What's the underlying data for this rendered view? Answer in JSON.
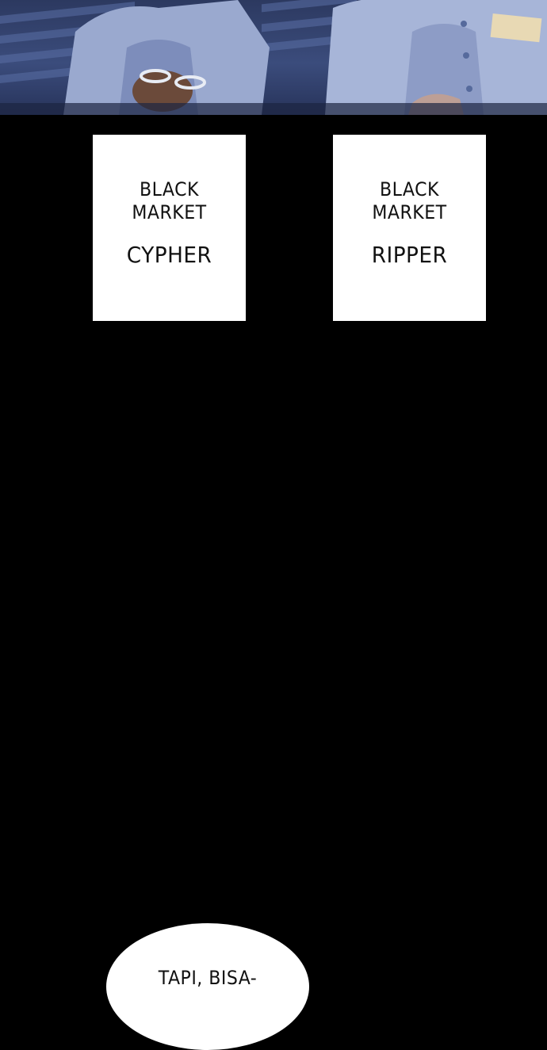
{
  "captions": [
    {
      "line1": "BLACK",
      "line2": "MARKET",
      "name": "CYPHER"
    },
    {
      "line1": "BLACK",
      "line2": "MARKET",
      "name": "RIPPER"
    }
  ],
  "bubble": {
    "text": "TAPI, BISA-"
  },
  "colors": {
    "background": "#000000",
    "panel_tone": "#3b4c7c",
    "caption_box": "#ffffff"
  }
}
